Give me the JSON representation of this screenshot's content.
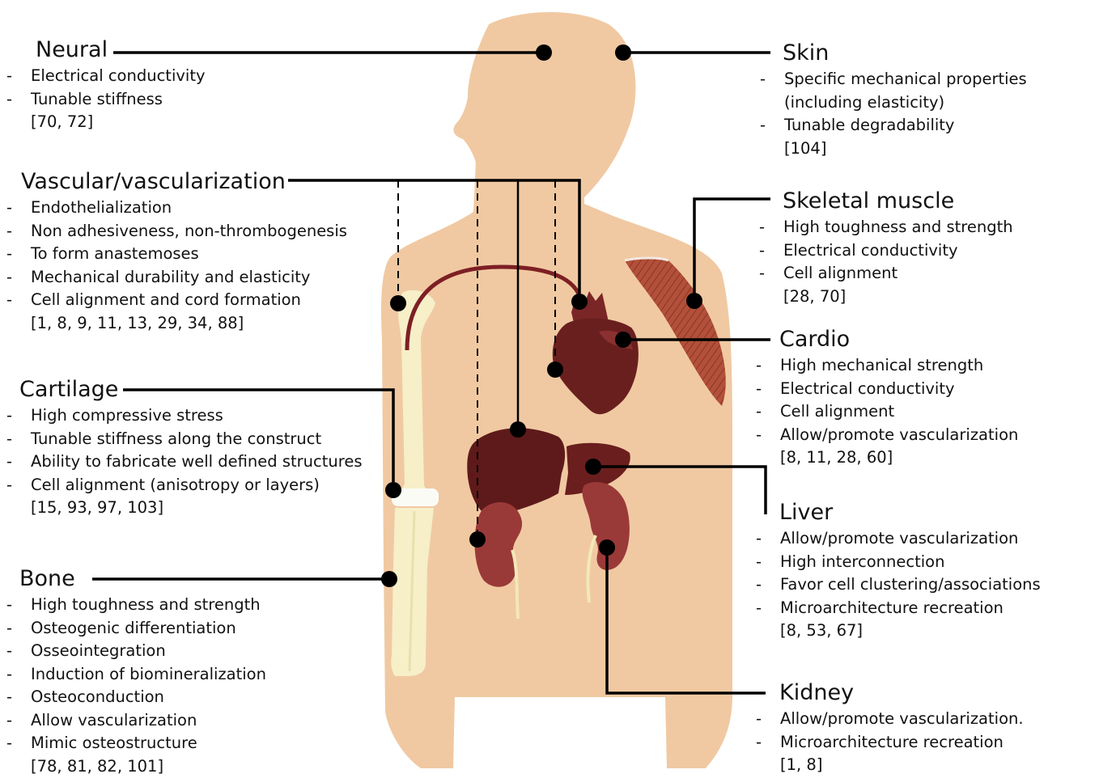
{
  "categories": [
    {
      "id": "neural",
      "title": "Neural",
      "items": [
        "Electrical conductivity",
        "Tunable stiffness"
      ],
      "refs": "[70, 72]"
    },
    {
      "id": "vascular",
      "title": "Vascular/vascularization",
      "items": [
        "Endothelialization",
        "Non adhesiveness, non-thrombogenesis",
        "To form anastemoses",
        "Mechanical durability and elasticity",
        "Cell alignment and cord formation"
      ],
      "refs": "[1, 8, 9, 11, 13, 29, 34, 88]"
    },
    {
      "id": "cartilage",
      "title": "Cartilage",
      "items": [
        "High compressive stress",
        "Tunable stiffness along the construct",
        "Ability to fabricate well defined structures",
        "Cell alignment (anisotropy or layers)"
      ],
      "refs": "[15, 93, 97, 103]"
    },
    {
      "id": "bone",
      "title": "Bone",
      "items": [
        "High toughness and strength",
        "Osteogenic differentiation",
        "Osseointegration",
        "Induction of biomineralization",
        "Osteoconduction",
        "Allow vascularization",
        "Mimic osteostructure"
      ],
      "refs": "[78, 81, 82, 101]"
    },
    {
      "id": "skin",
      "title": "Skin",
      "items": [
        "Specific mechanical properties (including elasticity)",
        "Tunable degradability"
      ],
      "refs": "[104]"
    },
    {
      "id": "skeletal",
      "title": "Skeletal muscle",
      "items": [
        "High toughness and strength",
        "Electrical conductivity",
        "Cell alignment"
      ],
      "refs": "[28, 70]"
    },
    {
      "id": "cardio",
      "title": "Cardio",
      "items": [
        "High mechanical strength",
        "Electrical conductivity",
        "Cell alignment",
        "Allow/promote vascularization"
      ],
      "refs": "[8, 11, 28, 60]"
    },
    {
      "id": "liver",
      "title": "Liver",
      "items": [
        "Allow/promote vascularization",
        "High interconnection",
        "Favor cell clustering/associations",
        "Microarchitecture recreation"
      ],
      "refs": "[8, 53, 67]"
    },
    {
      "id": "kidney",
      "title": "Kidney",
      "items": [
        "Allow/promote vascularization.",
        "Microarchitecture recreation"
      ],
      "refs": "[1, 8]"
    }
  ],
  "colors": {
    "skin_tone": "#f0c9a2",
    "bone": "#f6efc8",
    "bone_joint": "#fbfbf6",
    "muscle": "#b2503a",
    "heart": "#6a1f1f",
    "liver": "#5e1a1a",
    "kidney": "#9a3a38",
    "ureter": "#f2e8b8",
    "vessel": "#7d1f24",
    "leader_line": "#000000"
  }
}
